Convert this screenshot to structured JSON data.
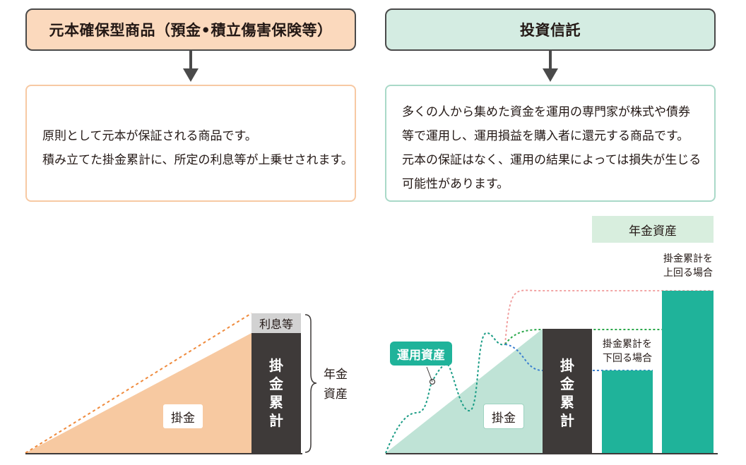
{
  "left": {
    "header": "元本確保型商品（預金•積立傷害保険等）",
    "description": [
      "原則として元本が保証される商品です。",
      "積み立てた掛金累計に、所定の利息等が上乗せされます。"
    ],
    "chart": {
      "kakekin": "掛金",
      "kakekin_ruikei": [
        "掛",
        "金",
        "累",
        "計"
      ],
      "rishi": "利息等",
      "nenkin_shisan": [
        "年金",
        "資産"
      ]
    }
  },
  "right": {
    "header": "投資信託",
    "description": [
      "多くの人から集めた資金を運用の専門家が株式や債券",
      "等で運用し、運用損益を購入者に還元する商品です。",
      "元本の保証はなく、運用の結果によっては損失が生じる",
      "可能性があります。"
    ],
    "chart": {
      "unyo_shisan": "運用資産",
      "kakekin": "掛金",
      "kakekin_ruikei": [
        "掛",
        "金",
        "累",
        "計"
      ],
      "nenkin_shisan": "年金資産",
      "shita": [
        "掛金累計を",
        "下回る場合"
      ],
      "ue": [
        "掛金累計を",
        "上回る場合"
      ]
    }
  },
  "colors": {
    "left_header_bg": "#fbd9bd",
    "right_header_bg": "#d4ece2",
    "peach_fill": "#f7c9a1",
    "orange_dash": "#ef8a3c",
    "teal_fill": "#bfe3d6",
    "teal_bar": "#1fb39a",
    "dark_bar": "#3e3a39",
    "interest_gray": "#d2d2d2"
  }
}
